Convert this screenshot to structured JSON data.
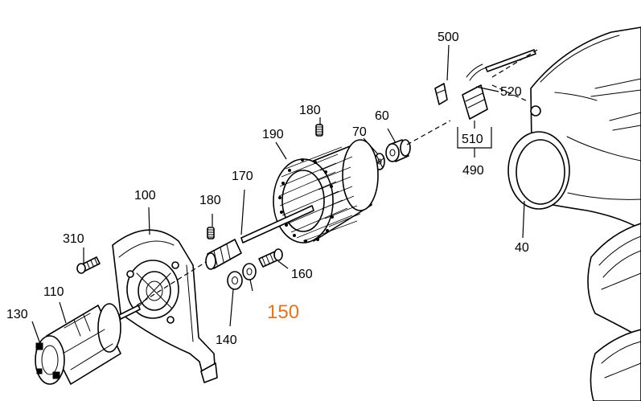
{
  "highlight_color": "#e8731b",
  "callouts": {
    "c40": "40",
    "c60": "60",
    "c70": "70",
    "c100": "100",
    "c110": "110",
    "c130": "130",
    "c140": "140",
    "c150": "150",
    "c160": "160",
    "c170": "170",
    "c180a": "180",
    "c180b": "180",
    "c190": "190",
    "c310": "310",
    "c490": "490",
    "c500": "500",
    "c510": "510",
    "c520": "520"
  }
}
